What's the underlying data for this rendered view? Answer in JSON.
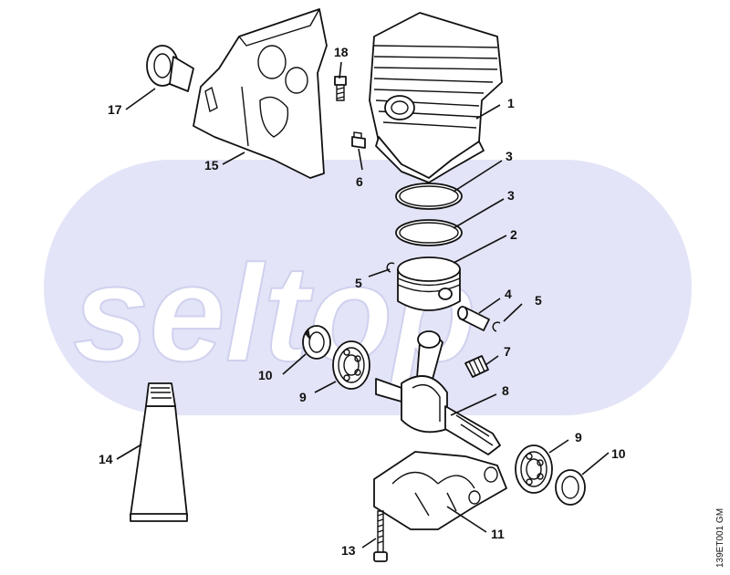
{
  "diagram": {
    "watermark": "seltop",
    "drawing_code": "139ET001 GM",
    "callouts": [
      {
        "id": "c1",
        "label": "1"
      },
      {
        "id": "c2",
        "label": "2"
      },
      {
        "id": "c3a",
        "label": "3"
      },
      {
        "id": "c3b",
        "label": "3"
      },
      {
        "id": "c4",
        "label": "4"
      },
      {
        "id": "c5a",
        "label": "5"
      },
      {
        "id": "c5b",
        "label": "5"
      },
      {
        "id": "c6",
        "label": "6"
      },
      {
        "id": "c7",
        "label": "7"
      },
      {
        "id": "c8",
        "label": "8"
      },
      {
        "id": "c9a",
        "label": "9"
      },
      {
        "id": "c9b",
        "label": "9"
      },
      {
        "id": "c10a",
        "label": "10"
      },
      {
        "id": "c10b",
        "label": "10"
      },
      {
        "id": "c11",
        "label": "11"
      },
      {
        "id": "c13",
        "label": "13"
      },
      {
        "id": "c14",
        "label": "14"
      },
      {
        "id": "c15",
        "label": "15"
      },
      {
        "id": "c17",
        "label": "17"
      },
      {
        "id": "c18",
        "label": "18"
      }
    ]
  }
}
